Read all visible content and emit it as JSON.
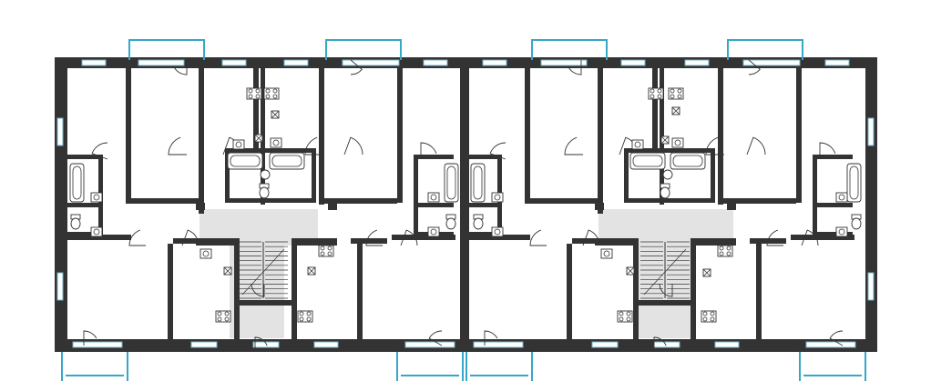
{
  "plan": {
    "colors": {
      "wall": "#333333",
      "window_glass": "#6fb3c9",
      "balcony": "#35a8c9",
      "common_area": "#e3e3e3",
      "background": "#ffffff"
    },
    "sections": 2,
    "apartments_per_section": 4,
    "stairwells": 2,
    "balconies_north": 4,
    "balconies_south": 4,
    "icons": [
      "stove-icon",
      "vent-shaft-icon",
      "bathtub-icon",
      "toilet-icon",
      "sink-icon",
      "stair-icon",
      "door-swing-icon"
    ]
  }
}
